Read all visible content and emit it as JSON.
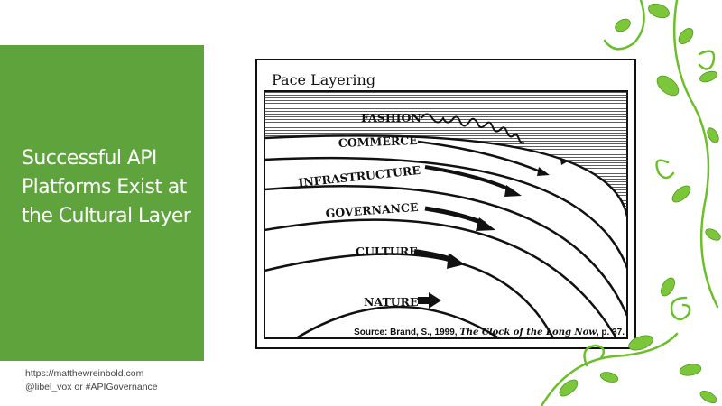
{
  "slide": {
    "title": "Successful API Platforms Exist at the Cultural Layer",
    "footer": {
      "url": "https://matthewreinbold.com",
      "handle": "@libel_vox or #APIGovernance"
    }
  },
  "figure": {
    "title": "Pace Layering",
    "layers": [
      {
        "label": "FASHION"
      },
      {
        "label": "COMMERCE"
      },
      {
        "label": "INFRASTRUCTURE"
      },
      {
        "label": "GOVERNANCE"
      },
      {
        "label": "CULTURE"
      },
      {
        "label": "NATURE"
      }
    ],
    "source": {
      "prefix": "Source: Brand, S., 1999, ",
      "book": "The Clock of the Long Now",
      "suffix": ", p. 37."
    }
  },
  "colors": {
    "accent_green": "#5ea33b",
    "vine_green": "#6cbf2a"
  }
}
